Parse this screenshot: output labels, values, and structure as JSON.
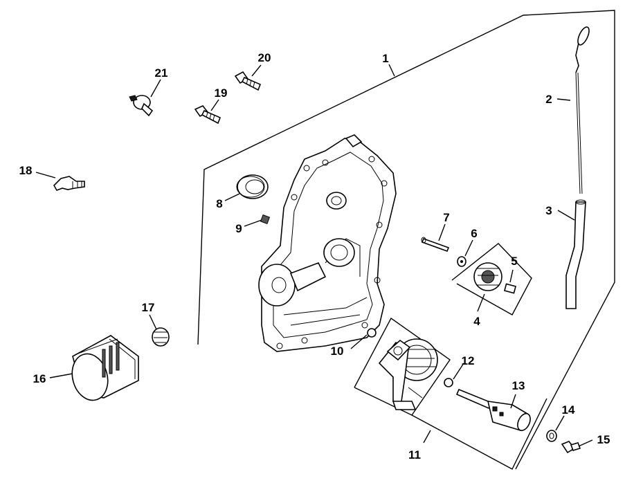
{
  "callouts": {
    "c1": "1",
    "c2": "2",
    "c3": "3",
    "c4": "4",
    "c5": "5",
    "c6": "6",
    "c7": "7",
    "c8": "8",
    "c9": "9",
    "c10": "10",
    "c11": "11",
    "c12": "12",
    "c13": "13",
    "c14": "14",
    "c15": "15",
    "c16": "16",
    "c17": "17",
    "c18": "18",
    "c19": "19",
    "c20": "20",
    "c21": "21"
  },
  "colors": {
    "ink": "#000000",
    "paper": "#ffffff"
  }
}
